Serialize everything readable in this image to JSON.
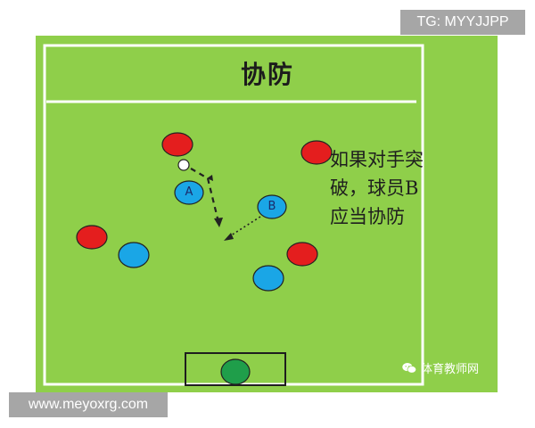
{
  "diagram": {
    "title": "协防",
    "callout_lines": [
      "如果对手突",
      "破，球员B",
      "应当协防"
    ],
    "players": {
      "a_label": "A",
      "b_label": "B"
    },
    "colors": {
      "field": "#8fcf4a",
      "attacker": "#e41e1e",
      "defender": "#1aa6e6",
      "goalkeeper": "#1f9e4a",
      "line": "#ffffff",
      "run_arrow": "#222222"
    },
    "brand_text": "体育教师网",
    "brand_icon": "wechat-icon"
  },
  "watermarks": {
    "tag": "TG: MYYJJPP",
    "site": "www.meyoxrg.com"
  }
}
